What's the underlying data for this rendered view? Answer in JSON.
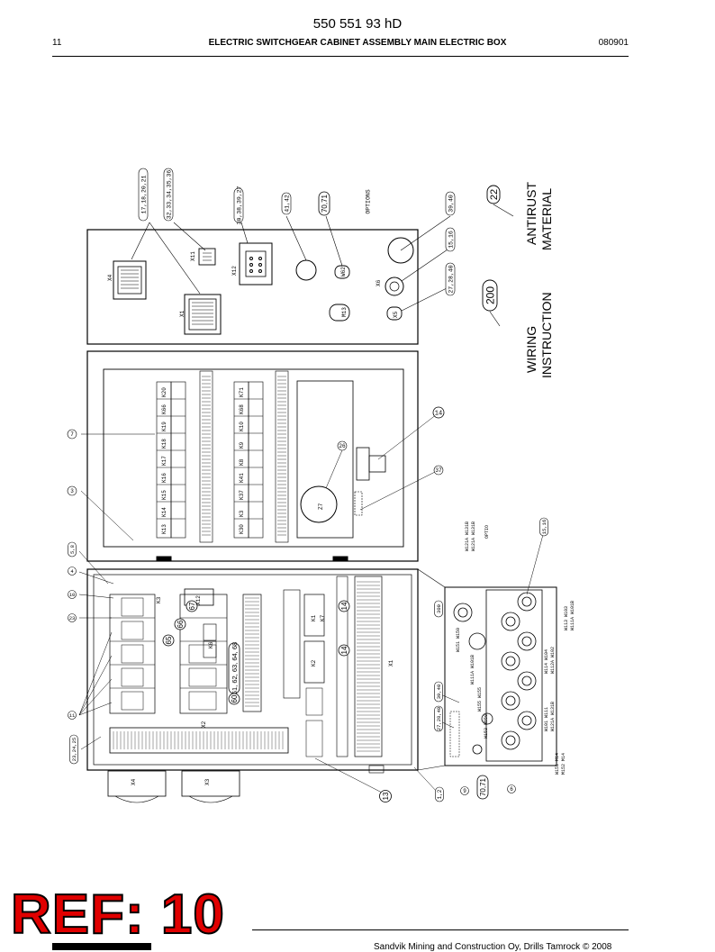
{
  "document_number": "550 551 93 hD",
  "header": {
    "page": "11",
    "title": "ELECTRIC SWITCHGEAR CABINET ASSEMBLY MAIN ELECTRIC BOX",
    "date_code": "080901"
  },
  "top_callouts": [
    "17,18,20,21",
    "32,33,34,35,36",
    "30,38,39,27",
    "41,42",
    "70,71",
    "OPTIONS",
    "39,40",
    "15,16",
    "27,28,40"
  ],
  "plate_labels": [
    "X4",
    "X1",
    "X11",
    "X12",
    "W62",
    "M13",
    "X6",
    "X5"
  ],
  "annotations": {
    "item_22": "22",
    "antirust_line1": "ANTIRUST",
    "antirust_line2": "MATERIAL",
    "item_200": "200",
    "wiring_line1": "WIRING",
    "wiring_line2": "INSTRUCTION"
  },
  "door": {
    "relay_row_top": [
      "K13",
      "K14",
      "K15",
      "K16",
      "K17",
      "K18",
      "K19",
      "K66",
      "K20"
    ],
    "relay_row_bottom": [
      "K30",
      "K3",
      "K37",
      "K41",
      "K8",
      "K9",
      "K10",
      "K68",
      "K71"
    ],
    "callouts": [
      "7",
      "3",
      "26",
      "14",
      "37"
    ],
    "box_label": "Z7"
  },
  "cabinet": {
    "left_callouts": [
      "5,8",
      "4",
      "10",
      "23",
      "11",
      "23,24,25"
    ],
    "bottom_callouts": [
      "13",
      "1,2",
      "9",
      "70,71",
      "6"
    ],
    "mid_callouts": [
      "65",
      "66",
      "67",
      "61, 62, 63, 64, 68",
      "60",
      "14",
      "14"
    ],
    "side_labels": [
      "X2",
      "X1",
      "X3",
      "X4",
      "X12",
      "K1",
      "K3",
      "K6",
      "K7",
      "K2"
    ],
    "side_callouts": [
      "39,40",
      "27,28,40",
      "300"
    ],
    "gland_callouts": [
      "15,16"
    ],
    "option_text": [
      "W121A W131B",
      "W121A W131B",
      "OPTIO"
    ],
    "gland_labels": [
      "W113 W103",
      "W111A W101B",
      "W114 W104",
      "W112A W102",
      "W101 W111",
      "W121A W131B",
      "W151 W150",
      "W111A W101B",
      "W155 W155",
      "W151 M14",
      "M152 M14",
      "W153 W550"
    ]
  },
  "ref": "REF: 10",
  "footer_text": "Sandvik Mining and Construction Oy, Drills Tamrock © 2008"
}
